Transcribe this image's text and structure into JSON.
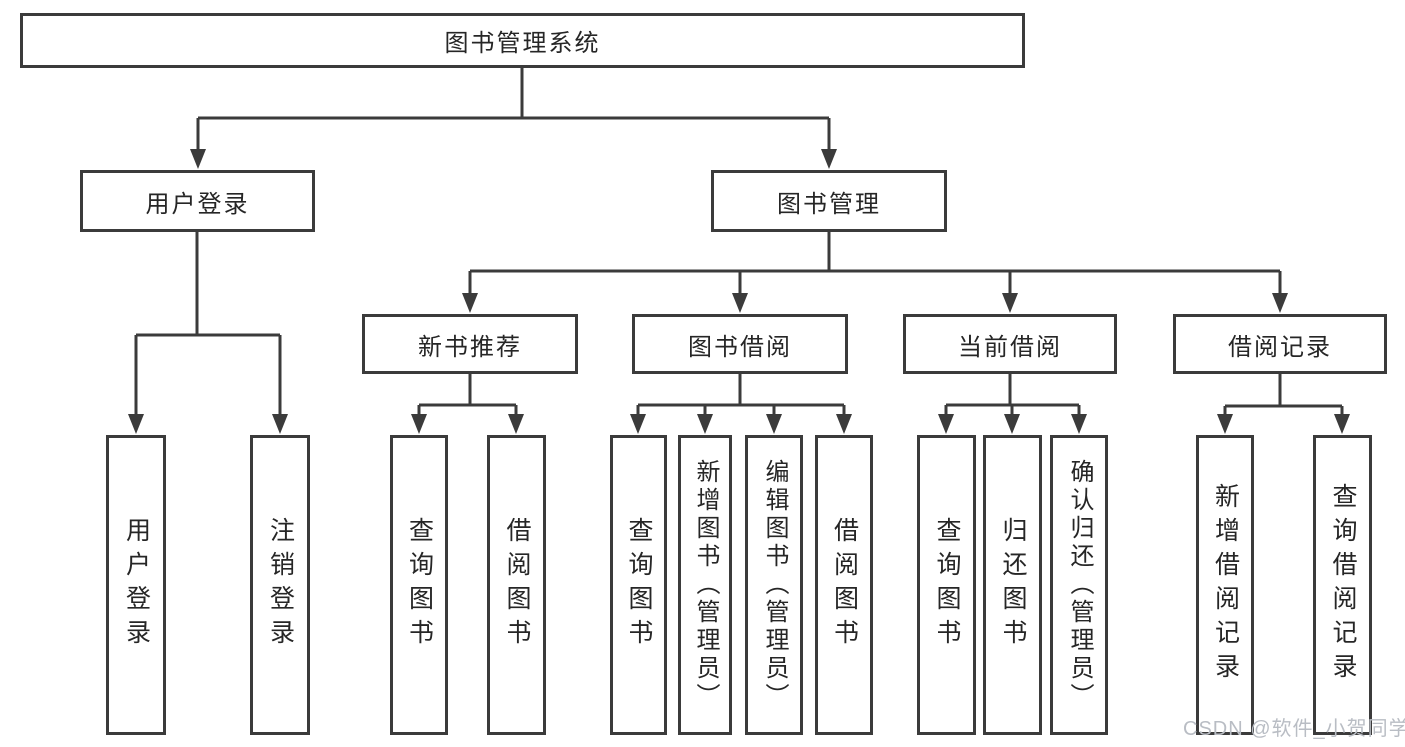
{
  "colors": {
    "line": "#3b3b3b",
    "text": "#262626",
    "box_fill": "#ffffff",
    "watermark": "#b9bdc4",
    "background": "#ffffff"
  },
  "watermark": "CSDN @软件_小贺同学",
  "tree": {
    "root": "图书管理系统",
    "branches": [
      {
        "label": "用户登录",
        "children": [
          "用户登录",
          "注销登录"
        ]
      },
      {
        "label": "图书管理",
        "groups": [
          {
            "label": "新书推荐",
            "children": [
              "查询图书",
              "借阅图书"
            ]
          },
          {
            "label": "图书借阅",
            "children": [
              "查询图书",
              "新增图书（管理员）",
              "编辑图书（管理员）",
              "借阅图书"
            ]
          },
          {
            "label": "当前借阅",
            "children": [
              "查询图书",
              "归还图书",
              "确认归还（管理员）"
            ]
          },
          {
            "label": "借阅记录",
            "children": [
              "新增借阅记录",
              "查询借阅记录"
            ]
          }
        ]
      }
    ]
  }
}
